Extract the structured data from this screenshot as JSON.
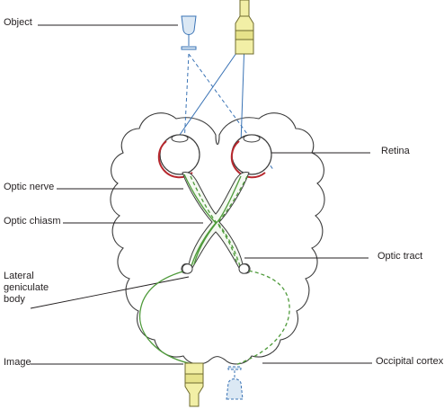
{
  "labels": {
    "object": "Object",
    "retina": "Retina",
    "optic_nerve": "Optic nerve",
    "optic_chiasm": "Optic chiasm",
    "optic_tract": "Optic tract",
    "lateral_geniculate_body": "Lateral\ngeniculate\nbody",
    "occipital_cortex": "Occipital cortex",
    "image": "Image"
  },
  "colors": {
    "outline": "#3b3b3b",
    "pathway_green": "#4e9a3a",
    "ray_blue": "#3a73b5",
    "retina_red": "#b7282e",
    "bottle_yellow": "#f2efa6",
    "glass_blue": "#dbe8f4"
  }
}
